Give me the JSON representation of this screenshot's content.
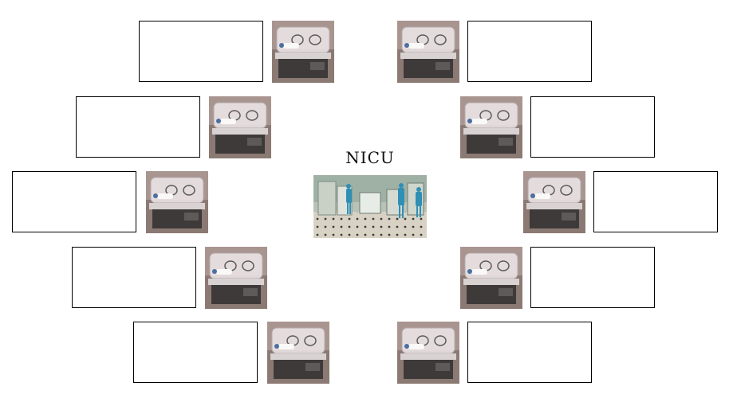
{
  "center": {
    "title": "NICU",
    "photo_icon": "nicu-room-photo"
  },
  "stations": {
    "left": [
      {
        "label": "",
        "icon": "incubator-photo"
      },
      {
        "label": "",
        "icon": "incubator-photo"
      },
      {
        "label": "",
        "icon": "incubator-photo"
      },
      {
        "label": "",
        "icon": "incubator-photo"
      },
      {
        "label": "",
        "icon": "incubator-photo"
      }
    ],
    "right": [
      {
        "label": "",
        "icon": "incubator-photo"
      },
      {
        "label": "",
        "icon": "incubator-photo"
      },
      {
        "label": "",
        "icon": "incubator-photo"
      },
      {
        "label": "",
        "icon": "incubator-photo"
      },
      {
        "label": "",
        "icon": "incubator-photo"
      }
    ]
  }
}
